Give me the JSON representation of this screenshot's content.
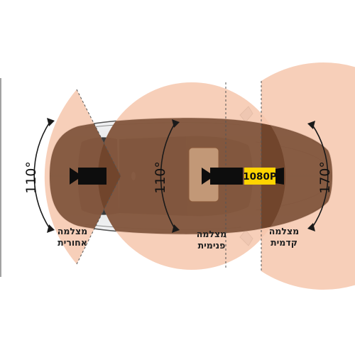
{
  "diagram": {
    "colors": {
      "fov_fill": "#f6c7ad",
      "car_overlay": "#6b4027",
      "badge": "#ffd400",
      "camera": "#0d0d0d"
    },
    "rear_camera": {
      "angle": "110°",
      "label_line1": "מצלמה",
      "label_line2": "אחורית"
    },
    "cabin_camera": {
      "angle": "110°",
      "label_line1": "מצלמה",
      "label_line2": "פנימית"
    },
    "front_camera": {
      "angle": "170°",
      "label_line1": "מצלמה",
      "label_line2": "קדמית",
      "resolution": "1080P"
    }
  }
}
